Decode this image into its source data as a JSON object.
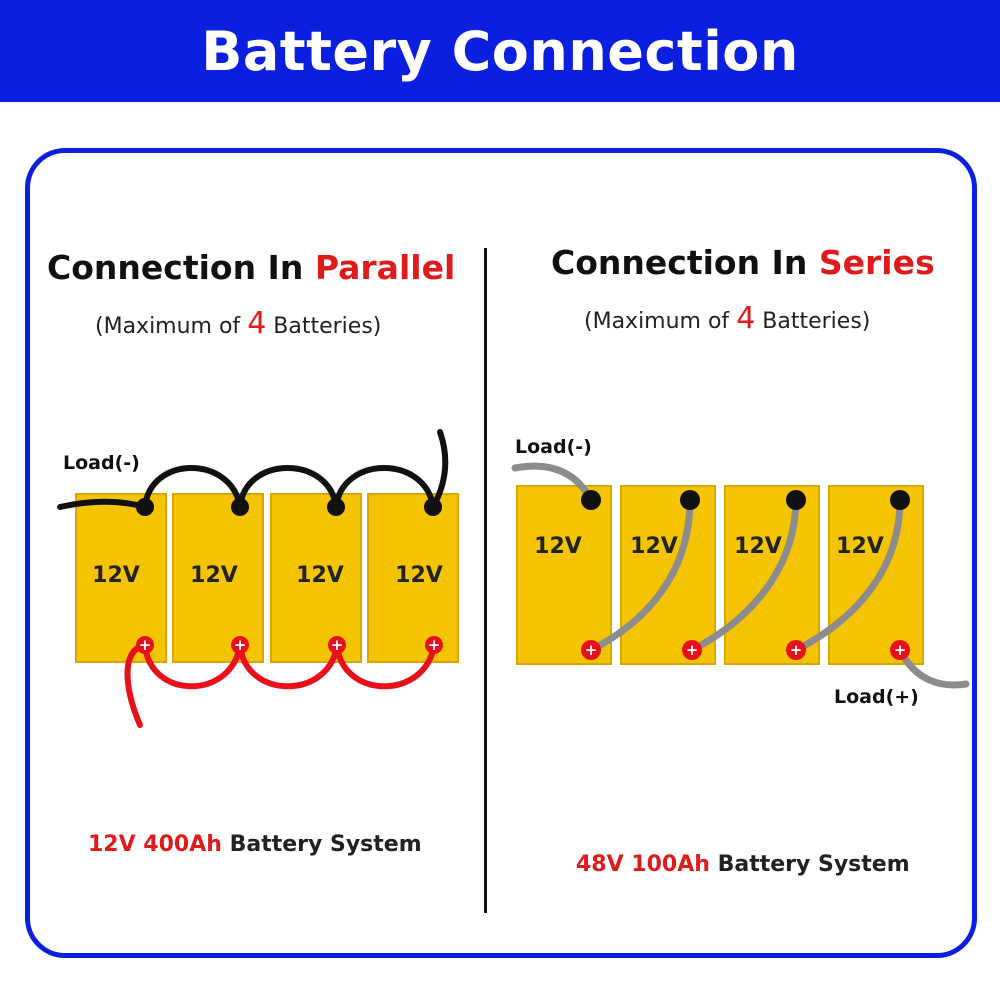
{
  "header": {
    "title": "Battery Connection"
  },
  "parallel": {
    "title_prefix": "Connection In ",
    "title_accent": "Parallel",
    "subtitle_prefix": "(Maximum of ",
    "subtitle_number": "4",
    "subtitle_suffix": " Batteries)",
    "load_negative": "Load(-)",
    "batteries": [
      "12V",
      "12V",
      "12V",
      "12V"
    ],
    "caption_spec": "12V 400Ah",
    "caption_text": " Battery System"
  },
  "series": {
    "title_prefix": "Connection In ",
    "title_accent": "Series",
    "subtitle_prefix": "(Maximum of ",
    "subtitle_number": "4",
    "subtitle_suffix": " Batteries)",
    "load_negative": "Load(-)",
    "load_positive": "Load(+)",
    "batteries": [
      "12V",
      "12V",
      "12V",
      "12V"
    ],
    "caption_spec": "48V 100Ah",
    "caption_text": "  Battery System"
  },
  "colors": {
    "header_blue": "#0a1fe0",
    "accent_red": "#e01b1b",
    "battery_yellow": "#f5c400",
    "wire_black": "#111111",
    "wire_red": "#e8101a",
    "wire_gray": "#8c8c8c"
  },
  "icons": {
    "negative_terminal": "minus-terminal-icon",
    "positive_terminal": "plus-terminal-icon"
  }
}
